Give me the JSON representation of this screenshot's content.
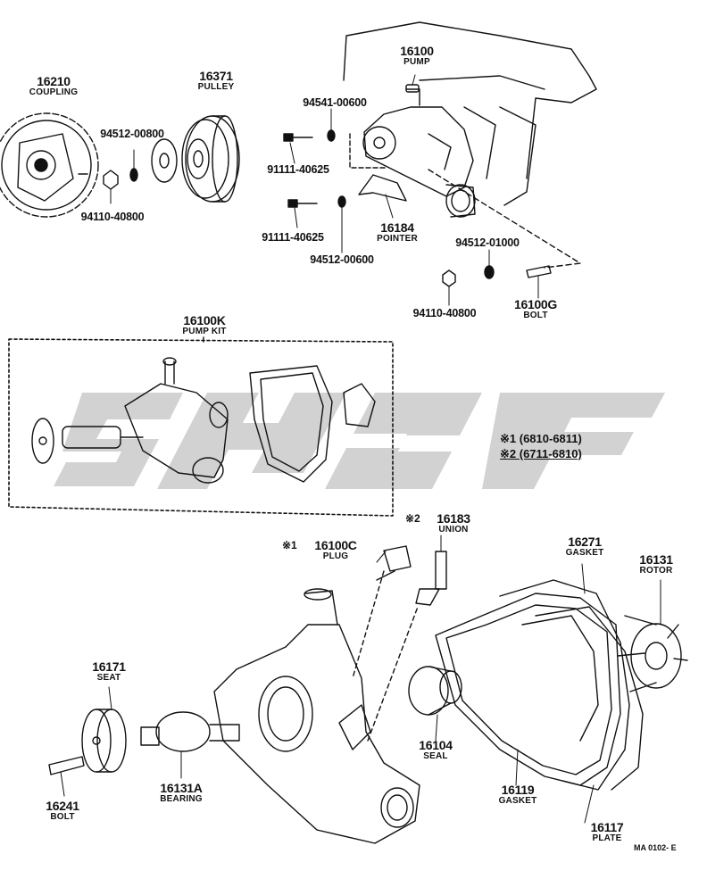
{
  "colors": {
    "ink": "#111111",
    "watermark": "#cfcfcf",
    "background": "#ffffff"
  },
  "parts": [
    {
      "id": "coupling",
      "number": "16210",
      "name": "COUPLING"
    },
    {
      "id": "pulley",
      "number": "16371",
      "name": "PULLEY"
    },
    {
      "id": "pump",
      "number": "16100",
      "name": "PUMP"
    },
    {
      "id": "pointer",
      "number": "16184",
      "name": "POINTER"
    },
    {
      "id": "bolt-16100g",
      "number": "16100G",
      "name": "BOLT"
    },
    {
      "id": "pump-kit",
      "number": "16100K",
      "name": "PUMP KIT"
    },
    {
      "id": "plug",
      "number": "16100C",
      "name": "PLUG"
    },
    {
      "id": "union",
      "number": "16183",
      "name": "UNION"
    },
    {
      "id": "gasket-16271",
      "number": "16271",
      "name": "GASKET"
    },
    {
      "id": "rotor",
      "number": "16131",
      "name": "ROTOR"
    },
    {
      "id": "seat",
      "number": "16171",
      "name": "SEAT"
    },
    {
      "id": "bolt-16241",
      "number": "16241",
      "name": "BOLT"
    },
    {
      "id": "bearing",
      "number": "16131A",
      "name": "BEARING"
    },
    {
      "id": "seal",
      "number": "16104",
      "name": "SEAL"
    },
    {
      "id": "gasket-16119",
      "number": "16119",
      "name": "GASKET"
    },
    {
      "id": "plate",
      "number": "16117",
      "name": "PLATE"
    }
  ],
  "fasteners": [
    {
      "id": "f1",
      "number": "94512-00800"
    },
    {
      "id": "f2",
      "number": "94110-40800"
    },
    {
      "id": "f3",
      "number": "94541-00600"
    },
    {
      "id": "f4",
      "number": "91111-40625"
    },
    {
      "id": "f5",
      "number": "91111-40625"
    },
    {
      "id": "f6",
      "number": "94512-00600"
    },
    {
      "id": "f7",
      "number": "94512-01000"
    },
    {
      "id": "f8",
      "number": "94110-40800"
    }
  ],
  "notes": {
    "note1": "※1 (6810-6811)",
    "note2": "※2 (6711-6810)",
    "plug_marker": "※1",
    "union_marker": "※2"
  },
  "diagram_code": "MA 0102- E"
}
